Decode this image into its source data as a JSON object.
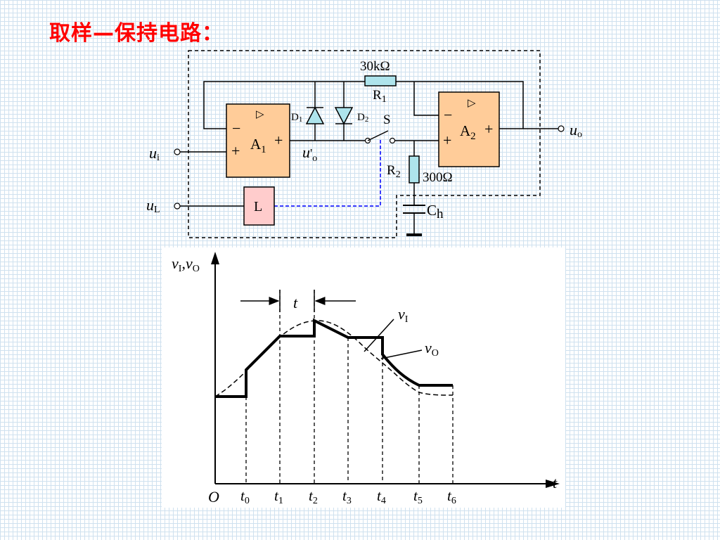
{
  "slide": {
    "title": "取样—保持电路："
  },
  "circuit": {
    "r1": {
      "value": "30kΩ",
      "name": "R",
      "sub": "1"
    },
    "r2": {
      "value": "300Ω",
      "name": "R",
      "sub": "2"
    },
    "switch": "S",
    "d1": {
      "name": "D",
      "sub": "1"
    },
    "d2": {
      "name": "D",
      "sub": "2"
    },
    "a1": {
      "name": "A",
      "sub": "1"
    },
    "a2": {
      "name": "A",
      "sub": "2"
    },
    "ch": {
      "name": "C",
      "sub": "h"
    },
    "logic": "L",
    "ui": {
      "main": "u",
      "sub": "i"
    },
    "uL": {
      "main": "u",
      "sub": "L"
    },
    "uo": {
      "main": "u",
      "sub": "o"
    },
    "uo_prime": {
      "main": "u",
      "prime": "'",
      "sub": "o"
    },
    "minus": "−",
    "plus": "+",
    "triangle": "▷",
    "colors": {
      "opamp_fill": "#ffcc99",
      "logic_fill": "#ffcccc",
      "resistor_fill": "#aee4ec",
      "control_line": "#0000ff"
    }
  },
  "waveform": {
    "y_axis": {
      "main": "v",
      "sub1": "I",
      "sep": ",",
      "main2": "v",
      "sub2": "O"
    },
    "x_axis": "t",
    "origin": "O",
    "interval": "t",
    "vi_label": {
      "main": "v",
      "sub": "I"
    },
    "vo_label": {
      "main": "v",
      "sub": "O"
    },
    "ticks": [
      {
        "main": "t",
        "sub": "0"
      },
      {
        "main": "t",
        "sub": "1"
      },
      {
        "main": "t",
        "sub": "2"
      },
      {
        "main": "t",
        "sub": "3"
      },
      {
        "main": "t",
        "sub": "4"
      },
      {
        "main": "t",
        "sub": "5"
      },
      {
        "main": "t",
        "sub": "6"
      }
    ]
  }
}
